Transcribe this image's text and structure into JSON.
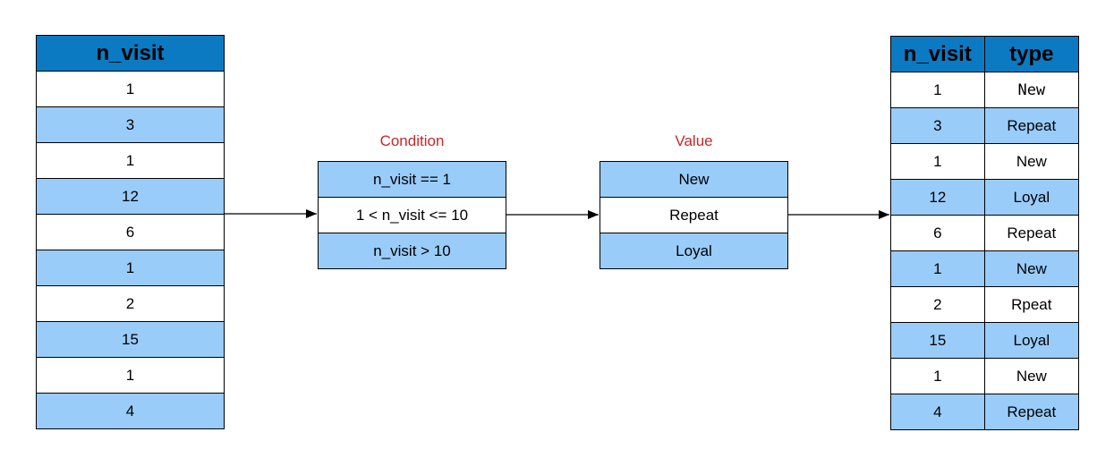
{
  "input_table": {
    "header": "n_visit",
    "rows": [
      "1",
      "3",
      "1",
      "12",
      "6",
      "1",
      "2",
      "15",
      "1",
      "4"
    ]
  },
  "condition_box": {
    "title": "Condition",
    "rows": [
      "n_visit == 1",
      "1 < n_visit <= 10",
      "n_visit > 10"
    ]
  },
  "value_box": {
    "title": "Value",
    "rows": [
      "New",
      "Repeat",
      "Loyal"
    ]
  },
  "output_table": {
    "headers": [
      "n_visit",
      "type"
    ],
    "rows": [
      [
        "1",
        "New"
      ],
      [
        "3",
        "Repeat"
      ],
      [
        "1",
        "New"
      ],
      [
        "12",
        "Loyal"
      ],
      [
        "6",
        "Repeat"
      ],
      [
        "1",
        "New"
      ],
      [
        "2",
        "Rpeat"
      ],
      [
        "15",
        "Loyal"
      ],
      [
        "1",
        "New"
      ],
      [
        "4",
        "Repeat"
      ]
    ]
  },
  "colors": {
    "header_blue": "#0b7ac2",
    "row_light_blue": "#99ccf9",
    "row_white": "#ffffff",
    "title_red": "#c62828"
  }
}
